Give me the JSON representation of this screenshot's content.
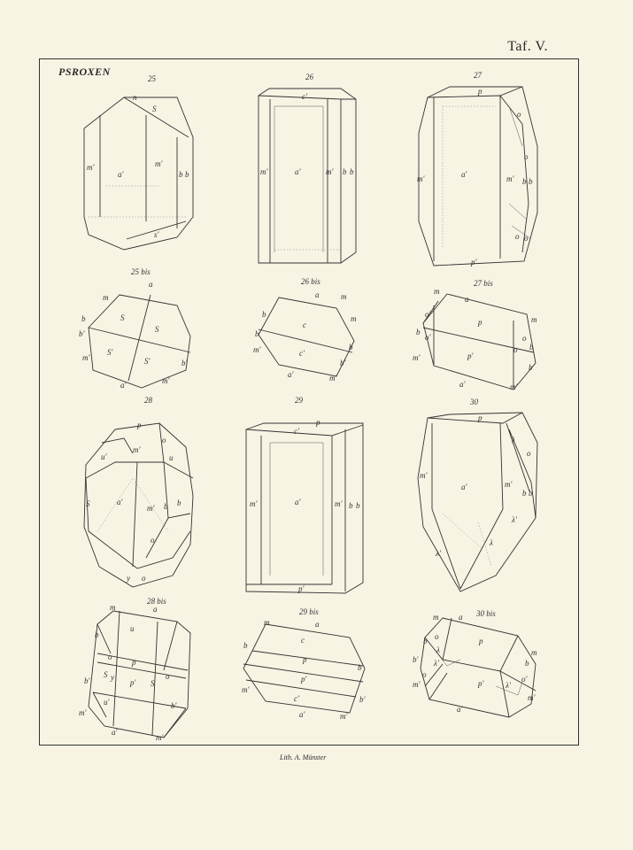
{
  "plate": {
    "plate_label": "Taf. V.",
    "title": "PSROXEN",
    "credit": "Lith. A. Münster"
  },
  "figures": [
    {
      "id": "f25",
      "number": "25",
      "labels": [
        "S",
        "m'",
        "a'",
        "m'",
        "b",
        "b",
        "s'",
        "n"
      ]
    },
    {
      "id": "f26",
      "number": "26",
      "labels": [
        "c'",
        "m'",
        "a'",
        "m'",
        "b",
        "b"
      ]
    },
    {
      "id": "f27",
      "number": "27",
      "labels": [
        "p",
        "m'",
        "a'",
        "m'",
        "b",
        "b",
        "o",
        "o",
        "o",
        "o",
        "p'"
      ]
    },
    {
      "id": "f25b",
      "number": "25 bis",
      "labels": [
        "m",
        "a",
        "b",
        "b'",
        "m'",
        "S",
        "S",
        "S'",
        "S'",
        "a'",
        "m'",
        "b'"
      ]
    },
    {
      "id": "f26b",
      "number": "26 bis",
      "labels": [
        "a",
        "m",
        "b",
        "b'",
        "c",
        "c'",
        "m",
        "b",
        "b'",
        "m'",
        "a'",
        "m'"
      ]
    },
    {
      "id": "f27b",
      "number": "27 bis",
      "labels": [
        "m",
        "a",
        "o'",
        "b",
        "o'",
        "m'",
        "p",
        "p'",
        "m",
        "o",
        "b",
        "o",
        "b'",
        "m'",
        "a'"
      ]
    },
    {
      "id": "f28",
      "number": "28",
      "labels": [
        "p",
        "o",
        "u'",
        "m'",
        "a'",
        "m'",
        "b",
        "b",
        "o",
        "u",
        "S",
        "o",
        "y"
      ]
    },
    {
      "id": "f29",
      "number": "29",
      "labels": [
        "p",
        "c'",
        "m'",
        "a'",
        "m'",
        "b",
        "b",
        "p'"
      ]
    },
    {
      "id": "f30",
      "number": "30",
      "labels": [
        "p",
        "λ",
        "o",
        "m'",
        "a'",
        "m'",
        "b",
        "b",
        "λ'",
        "λ",
        "λ'"
      ]
    },
    {
      "id": "f28b",
      "number": "28 bis",
      "labels": [
        "m",
        "a",
        "b",
        "u",
        "o",
        "b'",
        "p",
        "S",
        "y",
        "p'",
        "S",
        "o",
        "u'",
        "b'",
        "m'",
        "a'",
        "m'"
      ]
    },
    {
      "id": "f29b",
      "number": "29 bis",
      "labels": [
        "m",
        "a",
        "c",
        "b",
        "p",
        "p'",
        "b",
        "c'",
        "b'",
        "m'",
        "a'",
        "m'"
      ]
    },
    {
      "id": "f30b",
      "number": "30 bis",
      "labels": [
        "m",
        "a",
        "b",
        "o",
        "λ",
        "λ'",
        "p",
        "b'",
        "o",
        "m",
        "b",
        "m'",
        "o'",
        "λ'",
        "p'",
        "a'",
        "m'"
      ]
    }
  ]
}
